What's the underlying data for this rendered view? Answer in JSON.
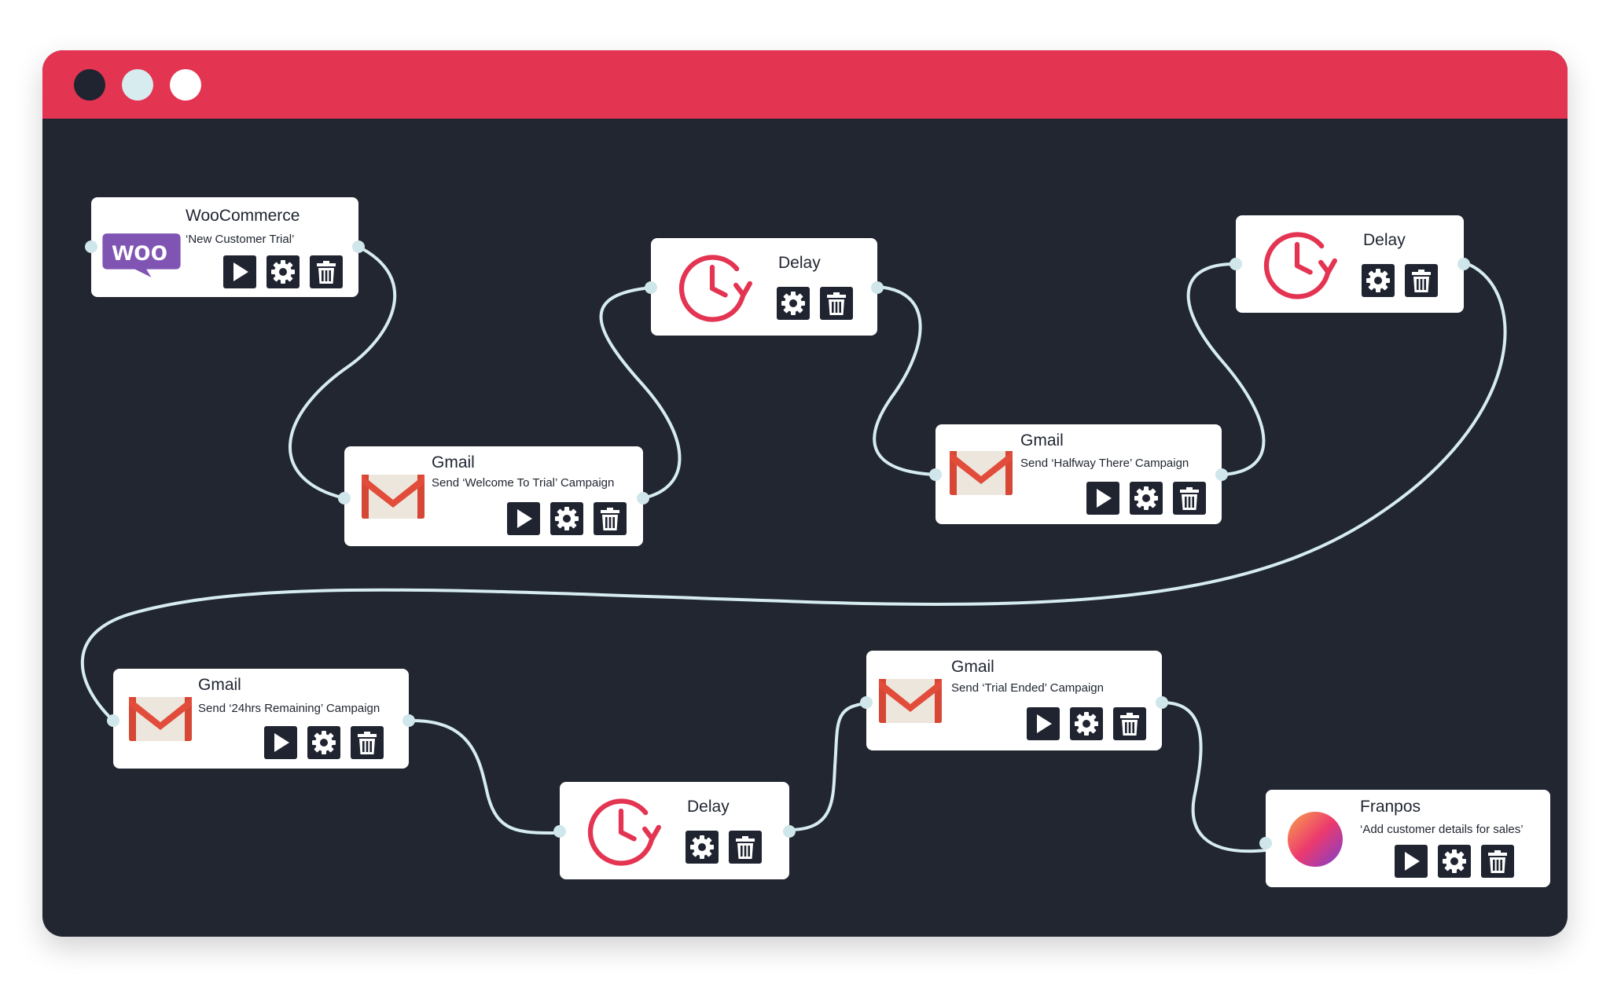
{
  "window": {
    "title_dots": [
      "close",
      "minimize",
      "maximize"
    ]
  },
  "colors": {
    "accent": "#e33452",
    "canvas": "#212631",
    "wire": "#d6ecef",
    "woo": "#7f54b3"
  },
  "nodes": {
    "woocommerce": {
      "title": "WooCommerce",
      "subtitle": "‘New Customer Trial’",
      "logo_text": "woo",
      "icon": "woocommerce-logo"
    },
    "gmail1": {
      "title": "Gmail",
      "subtitle": "Send ‘Welcome To Trial’ Campaign",
      "icon": "gmail-icon"
    },
    "delay1": {
      "title": "Delay",
      "icon": "delay-clock-icon"
    },
    "gmail2": {
      "title": "Gmail",
      "subtitle": "Send ‘Halfway There’ Campaign",
      "icon": "gmail-icon"
    },
    "delay2": {
      "title": "Delay",
      "icon": "delay-clock-icon"
    },
    "gmail3": {
      "title": "Gmail",
      "subtitle": "Send ‘24hrs Remaining’ Campaign",
      "icon": "gmail-icon"
    },
    "delay3": {
      "title": "Delay",
      "icon": "delay-clock-icon"
    },
    "gmail4": {
      "title": "Gmail",
      "subtitle": "Send ‘Trial Ended’ Campaign",
      "icon": "gmail-icon"
    },
    "franpos": {
      "title": "Franpos",
      "subtitle": "‘Add customer details for sales’",
      "icon": "franpos-logo"
    }
  }
}
